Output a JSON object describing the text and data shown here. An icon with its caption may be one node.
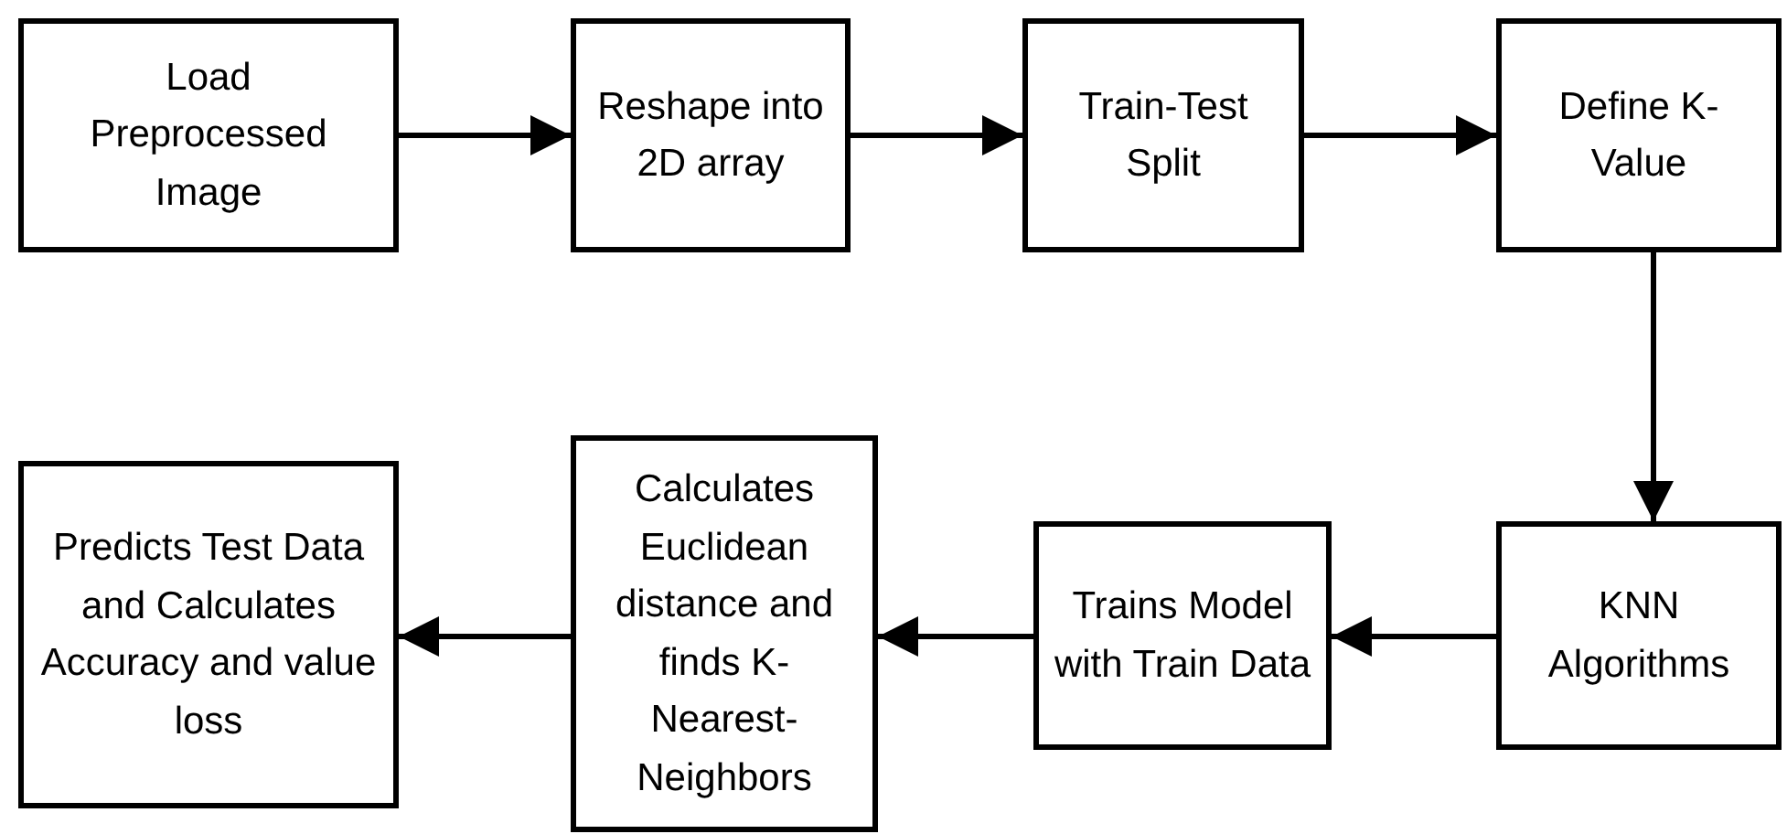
{
  "diagram": {
    "nodes": [
      {
        "text": [
          "Load Preprocessed Image"
        ]
      },
      {
        "text": [
          "Reshape into 2D array"
        ]
      },
      {
        "text": [
          "Train-Test Split"
        ]
      },
      {
        "text": [
          "Define K-Value"
        ]
      },
      {
        "text": [
          "KNN Algorithms"
        ]
      },
      {
        "text": [
          "Trains Model with Train Data"
        ]
      },
      {
        "text": [
          "Calculates Euclidean distance and finds K-Nearest-Neighbors"
        ]
      },
      {
        "text": [
          "Predicts Test Data and Calculates Accuracy and value loss"
        ]
      }
    ],
    "edges": [
      {
        "from": 0,
        "to": 1,
        "arrow": "to"
      },
      {
        "from": 1,
        "to": 2,
        "arrow": "to"
      },
      {
        "from": 2,
        "to": 3,
        "arrow": "to"
      },
      {
        "from": 3,
        "to": 4,
        "arrow": "to"
      },
      {
        "from": 4,
        "to": 5,
        "arrow": "to"
      },
      {
        "from": 5,
        "to": 6,
        "arrow": "to"
      },
      {
        "from": 6,
        "to": 7,
        "arrow": "to"
      }
    ]
  }
}
